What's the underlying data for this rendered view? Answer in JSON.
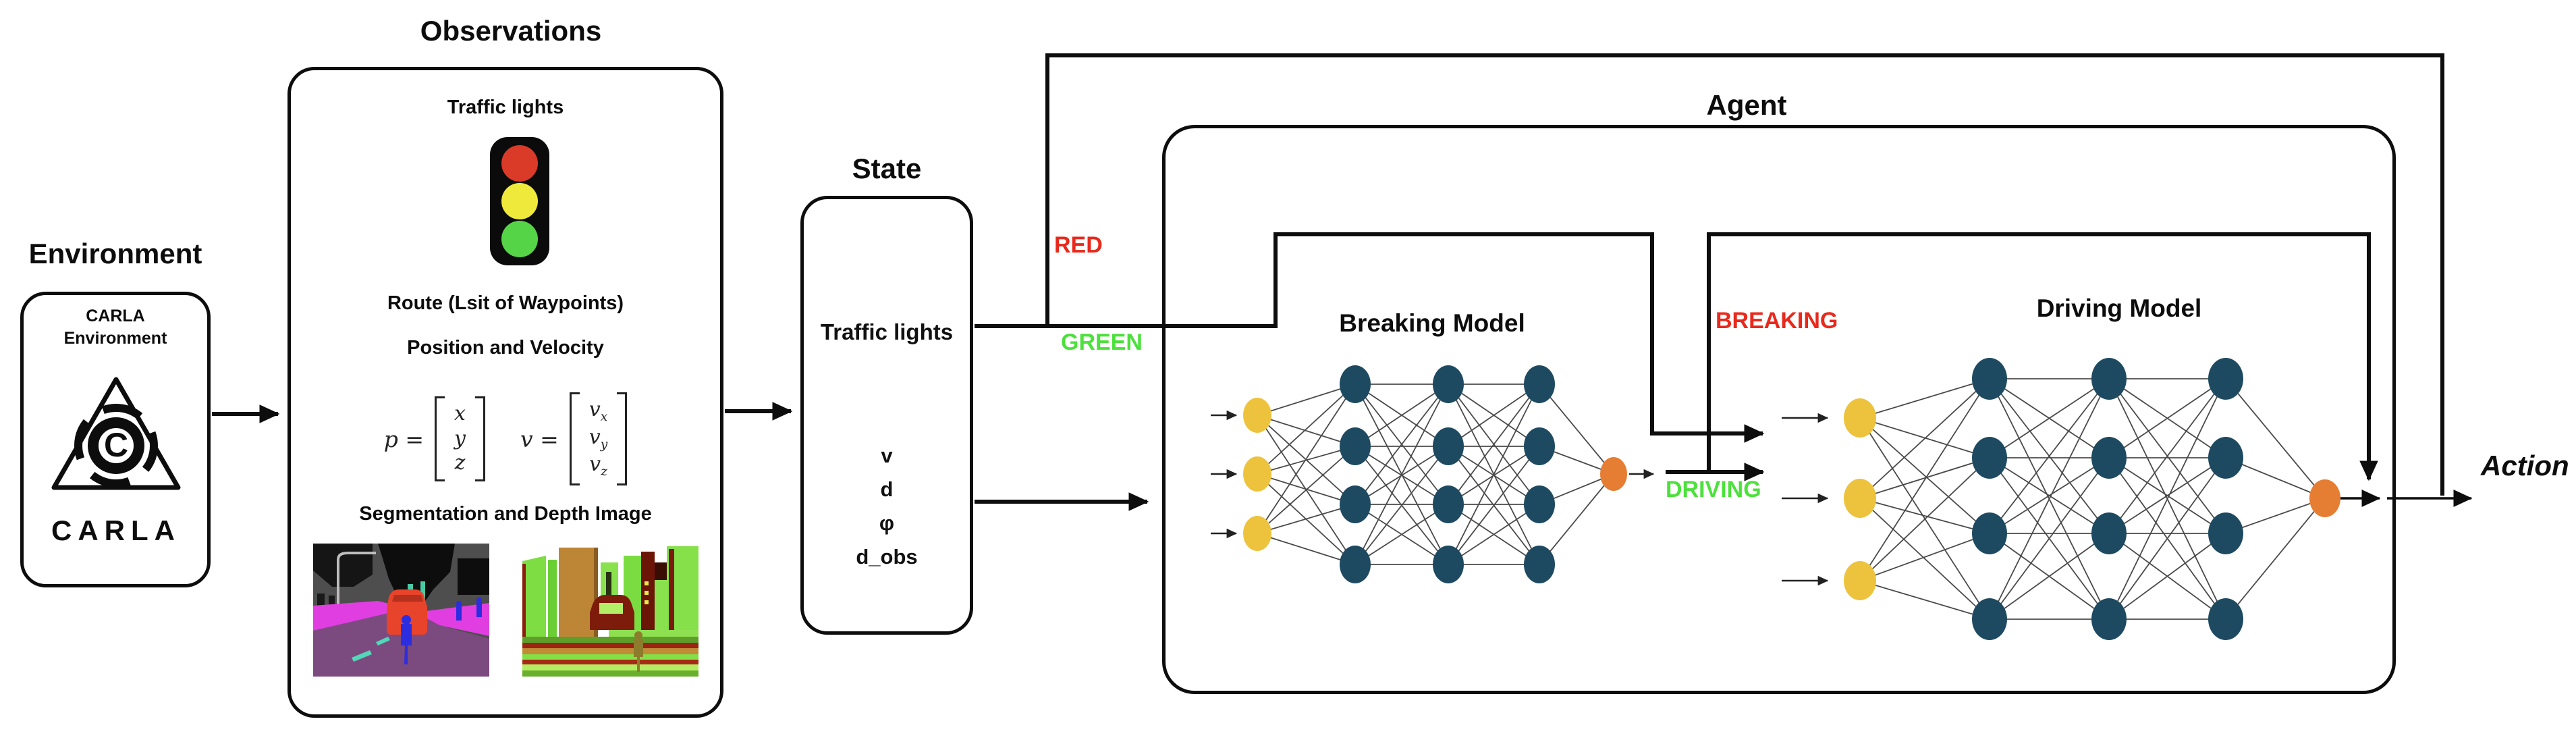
{
  "colors": {
    "wire": "#0d0d0d",
    "label_red": "#e8291c",
    "label_green": "#4ce13c",
    "node_input": "#edc33e",
    "node_hidden": "#1e4a61",
    "node_output": "#e57d33",
    "edge": "#4a4a4a",
    "tl_red": "#da3a28",
    "tl_yellow": "#efe93c",
    "tl_green": "#56d447"
  },
  "environment": {
    "title": "Environment",
    "box_line1": "CARLA",
    "box_line2": "Environment",
    "logo_letter": "C",
    "logo_wordmark": "CARLA"
  },
  "observations": {
    "title": "Observations",
    "traffic_lights_label": "Traffic lights",
    "route_label": "Route (Lsit of Waypoints)",
    "position_label": "Position and Velocity",
    "formula": {
      "p_lhs": "p =",
      "p_rows": [
        "x",
        "y",
        "z"
      ],
      "v_lhs": "v =",
      "v_rows": [
        {
          "base": "v",
          "sub": "x"
        },
        {
          "base": "v",
          "sub": "y"
        },
        {
          "base": "v",
          "sub": "z"
        }
      ]
    },
    "segmentation_label": "Segmentation and Depth Image"
  },
  "state": {
    "title": "State",
    "traffic_lights_label": "Traffic lights",
    "variables": [
      "v",
      "d",
      "φ",
      "d_obs"
    ]
  },
  "agent": {
    "title": "Agent",
    "breaking_model": {
      "title": "Breaking Model",
      "layers": [
        3,
        4,
        4,
        4,
        1
      ]
    },
    "driving_model": {
      "title": "Driving Model",
      "layers": [
        3,
        4,
        4,
        4,
        1
      ]
    }
  },
  "wire_labels": {
    "red": "RED",
    "green": "GREEN",
    "breaking": "BREAKING",
    "driving": "DRIVING"
  },
  "action_label": "Action"
}
